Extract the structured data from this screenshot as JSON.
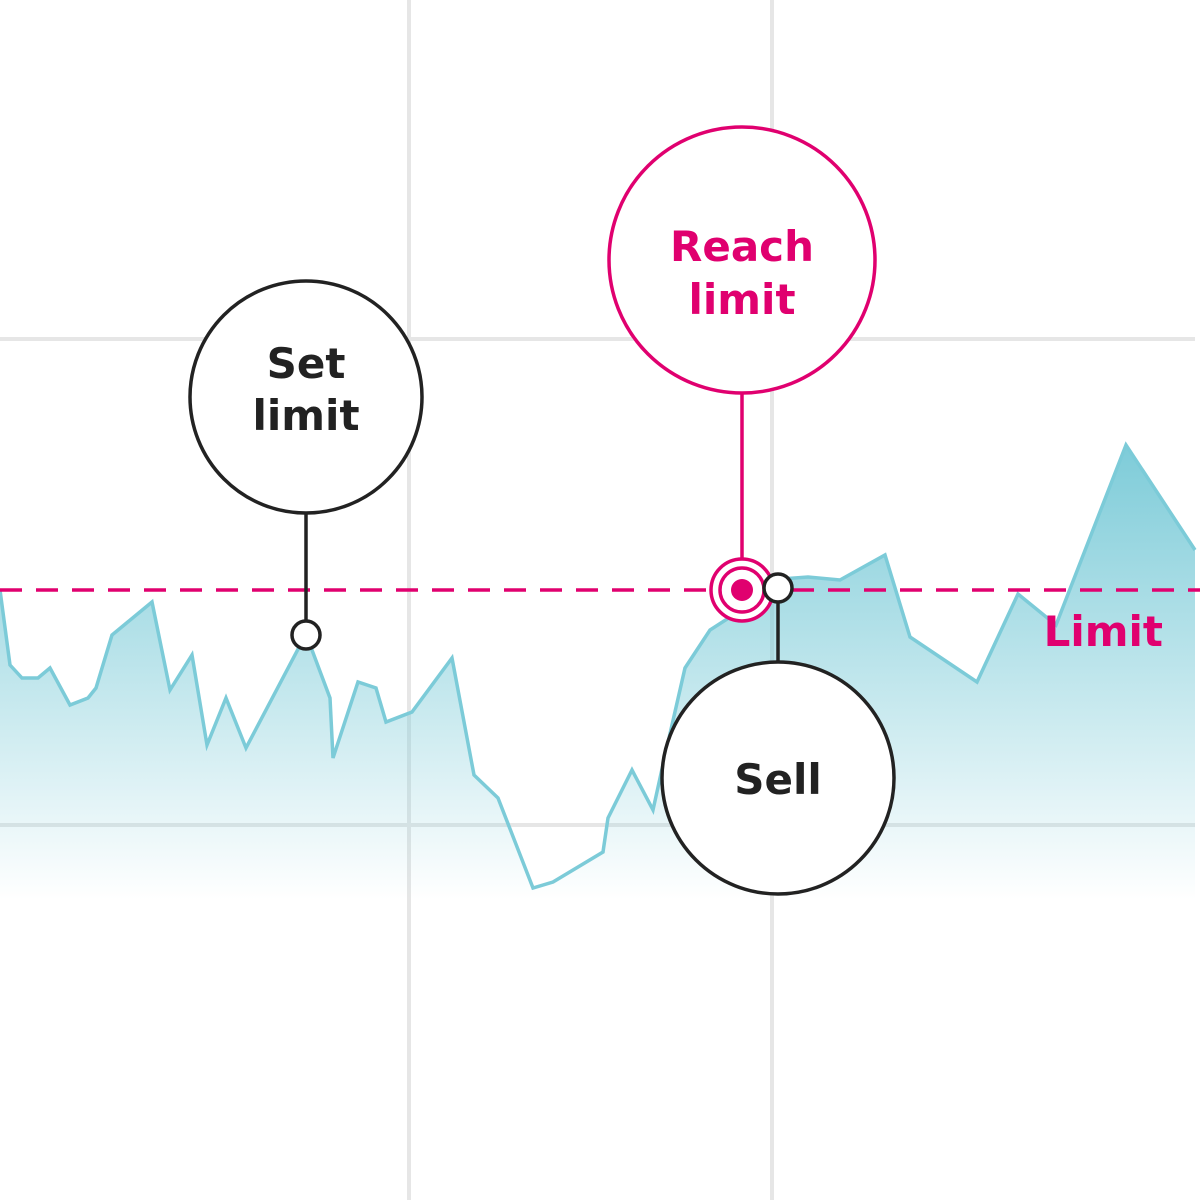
{
  "callouts": {
    "set_limit": {
      "line1": "Set",
      "line2": "limit"
    },
    "reach_limit": {
      "line1": "Reach",
      "line2": "limit"
    },
    "sell": {
      "label": "Sell"
    }
  },
  "limit_label": "Limit",
  "colors": {
    "accent": "#e0006f",
    "line": "#7ccbd8",
    "area_top": "#7ccbd8",
    "grid": "#e6e6e6",
    "ink": "#222222"
  }
}
